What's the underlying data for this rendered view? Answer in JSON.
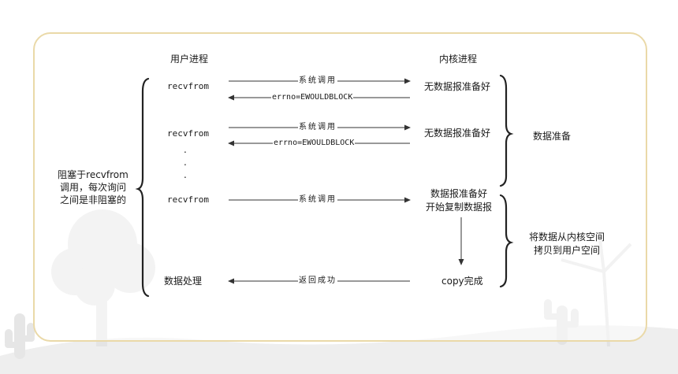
{
  "headers": {
    "user": "用户进程",
    "kernel": "内核进程"
  },
  "left_note": [
    "阻塞于recvfrom",
    "调用，每次询问",
    "之间是非阻塞的"
  ],
  "user_calls": {
    "recv1": "recvfrom",
    "recv2": "recvfrom",
    "recv3": "recvfrom",
    "dots": ".",
    "process": "数据处理"
  },
  "arrows": {
    "syscall_1": "系统调用",
    "errno_1": "errno=EWOULDBLOCK",
    "syscall_2": "系统调用",
    "errno_2": "errno=EWOULDBLOCK",
    "syscall_3": "系统调用",
    "return_ok": "返回成功"
  },
  "kernel_states": {
    "not_ready_1": "无数据报准备好",
    "not_ready_2": "无数据报准备好",
    "ready_line1": "数据报准备好",
    "ready_line2": "开始复制数据报",
    "copy_done": "copy完成"
  },
  "phases": {
    "prepare": "数据准备",
    "copy_line1": "将数据从内核空间",
    "copy_line2": "拷贝到用户空间"
  }
}
